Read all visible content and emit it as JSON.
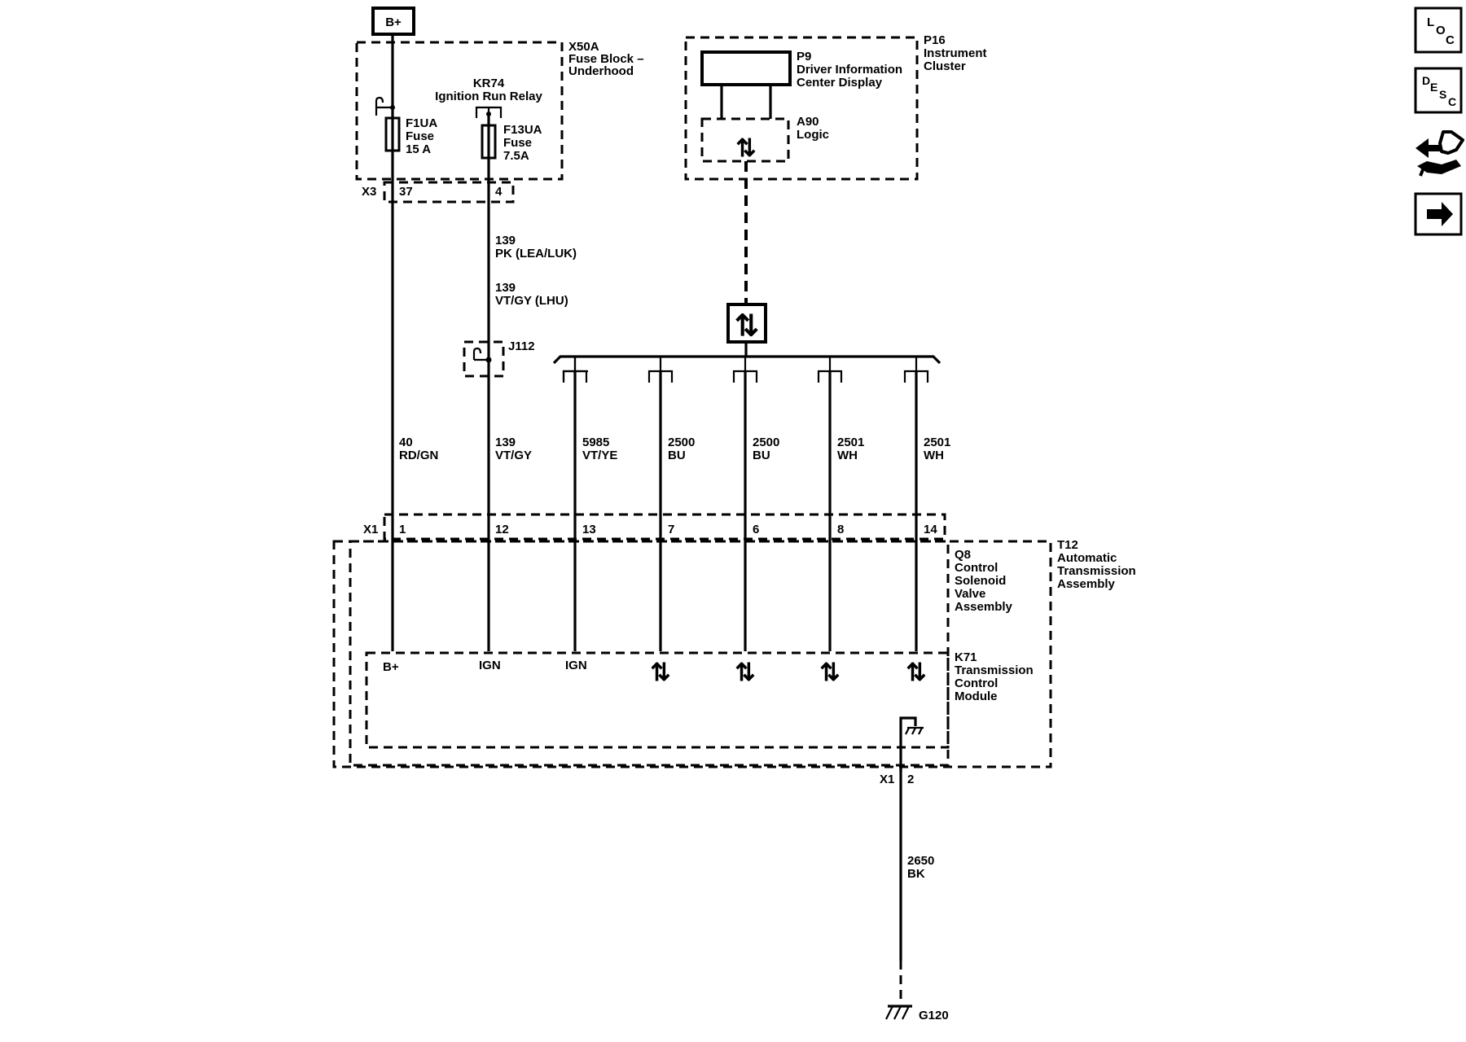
{
  "power": {
    "battery_label": "B+"
  },
  "fuse_block": {
    "name": "X50A",
    "desc_line1": "Fuse Block –",
    "desc_line2": "Underhood",
    "relay_name": "KR74",
    "relay_desc": "Ignition Run Relay",
    "fuse1": {
      "name": "F1UA",
      "type": "Fuse",
      "rating": "15 A"
    },
    "fuse2": {
      "name": "F13UA",
      "type": "Fuse",
      "rating": "7.5A"
    },
    "connector": "X3",
    "pin_a": "37",
    "pin_b": "4"
  },
  "cluster": {
    "name": "P16",
    "desc_line1": "Instrument",
    "desc_line2": "Cluster",
    "display_name": "P9",
    "display_desc1": "Driver Information",
    "display_desc2": "Center Display",
    "logic_name": "A90",
    "logic_desc": "Logic"
  },
  "upper_circuit": {
    "a_num": "139",
    "a_color": "PK (LEA/LUK)",
    "b_num": "139",
    "b_color": "VT/GY (LHU)"
  },
  "splice": "J112",
  "data_symbol": "⇅",
  "wires": [
    {
      "num": "40",
      "color": "RD/GN",
      "pin": "1",
      "term": "B+"
    },
    {
      "num": "139",
      "color": "VT/GY",
      "pin": "12",
      "term": "IGN"
    },
    {
      "num": "5985",
      "color": "VT/YE",
      "pin": "13",
      "term": "IGN"
    },
    {
      "num": "2500",
      "color": "BU",
      "pin": "7",
      "term": "⇅"
    },
    {
      "num": "2500",
      "color": "BU",
      "pin": "6",
      "term": "⇅"
    },
    {
      "num": "2501",
      "color": "WH",
      "pin": "8",
      "term": "⇅"
    },
    {
      "num": "2501",
      "color": "WH",
      "pin": "14",
      "term": "⇅"
    }
  ],
  "tcm_connector": "X1",
  "solenoid": {
    "name": "Q8",
    "line1": "Control",
    "line2": "Solenoid",
    "line3": "Valve",
    "line4": "Assembly"
  },
  "tcm": {
    "name": "K71",
    "line1": "Transmission",
    "line2": "Control",
    "line3": "Module"
  },
  "transmission": {
    "name": "T12",
    "line1": "Automatic",
    "line2": "Transmission",
    "line3": "Assembly"
  },
  "ground": {
    "connector": "X1",
    "pin": "2",
    "wire_num": "2650",
    "wire_color": "BK",
    "name": "G120"
  },
  "side_buttons": [
    {
      "name": "loc",
      "letters": [
        "L",
        "O",
        "C"
      ]
    },
    {
      "name": "desc",
      "letters": [
        "D",
        "E",
        "S",
        "C"
      ]
    },
    {
      "name": "connector-end-view",
      "icon": "connector-end-view-icon"
    },
    {
      "name": "next",
      "icon": "arrow-right-icon"
    }
  ]
}
